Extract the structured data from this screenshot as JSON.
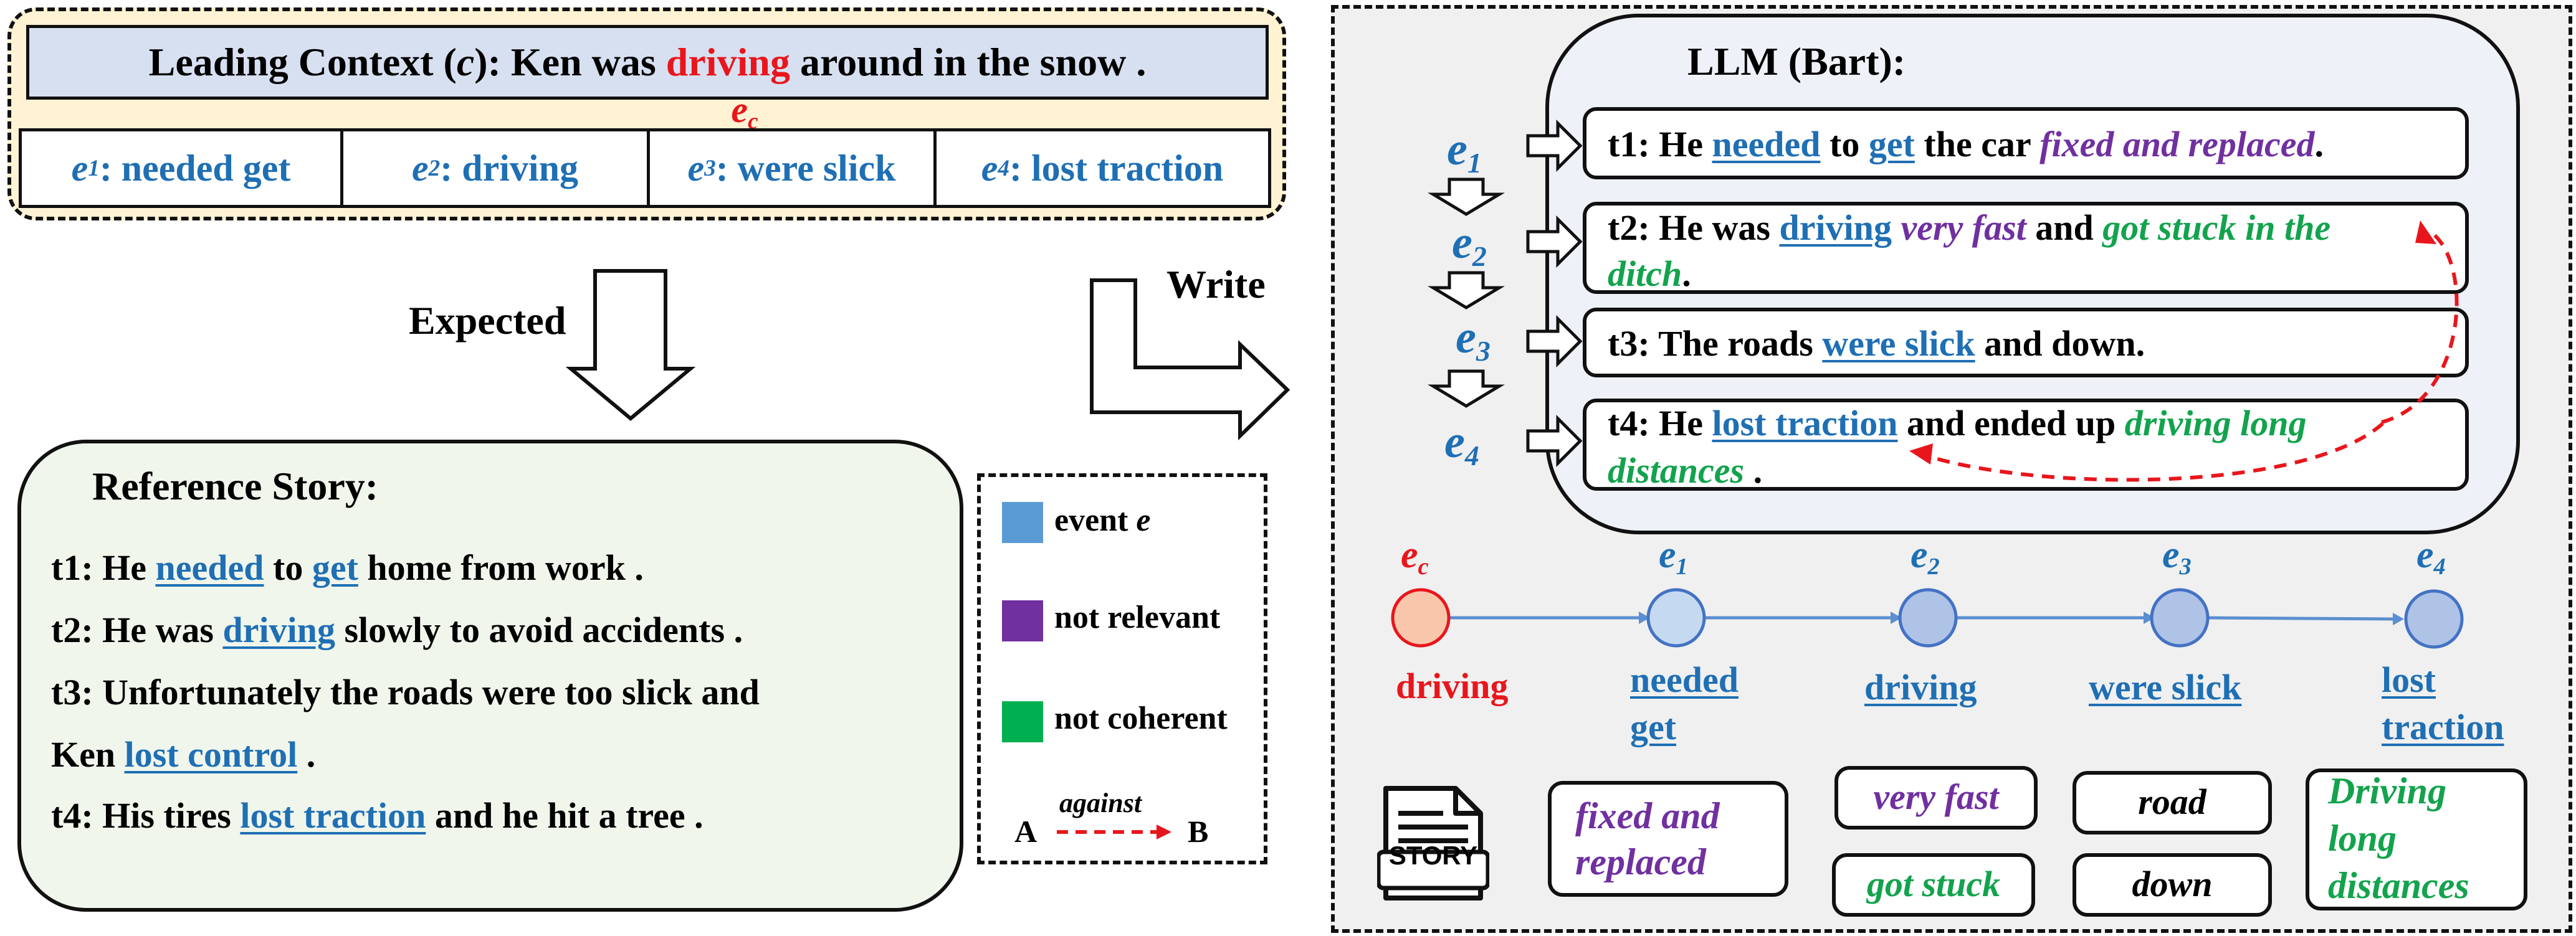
{
  "context": {
    "prefix": "Leading Context (",
    "c_symbol": "c",
    "mid": "): Ken was ",
    "highlight": "driving",
    "suffix": " around in the snow .",
    "ec_label": "e",
    "ec_sub": "c"
  },
  "events": [
    {
      "sym": "e",
      "sub": "1",
      "text": ": needed get"
    },
    {
      "sym": "e",
      "sub": "2",
      "text": ": driving"
    },
    {
      "sym": "e",
      "sub": "3",
      "text": " : were slick"
    },
    {
      "sym": "e",
      "sub": "4",
      "text": " : lost traction"
    }
  ],
  "arrows": {
    "expected": "Expected",
    "write": "Write"
  },
  "reference": {
    "title": "Reference Story:",
    "t1": {
      "a": "t1: He ",
      "u1": "needed",
      "b": " to ",
      "u2": "get",
      "c": " home from work ."
    },
    "t2": {
      "a": "t2: He was ",
      "u1": "driving",
      "b": " slowly to avoid accidents ."
    },
    "t3": {
      "a": "t3: Unfortunately the roads were too slick and"
    },
    "t3b": {
      "a": "Ken ",
      "u1": "lost control",
      "b": " ."
    },
    "t4": {
      "a": "t4: His tires ",
      "u1": "lost traction",
      "b": " and he hit a tree ."
    }
  },
  "legend": {
    "event_label": "event ",
    "event_sym": "e",
    "not_relevant": "not relevant",
    "not_coherent": "not coherent",
    "against": "against",
    "a": "A",
    "b": "B",
    "colors": {
      "event": "#5b9bd5",
      "not_relevant": "#7030a0",
      "not_coherent": "#00b050",
      "arrow": "#e8161c"
    }
  },
  "llm": {
    "title": "LLM (Bart):",
    "t1": {
      "a": "t1: He ",
      "u1": "needed",
      "b": " to ",
      "u2": "get",
      "c": " the car ",
      "p": "fixed and replaced",
      "d": "."
    },
    "t2": {
      "a": "t2: He was ",
      "u1": "driving",
      "p": " very fast",
      "b": " and ",
      "g1": "got stuck in the",
      "g2": "ditch",
      "c": "."
    },
    "t3": {
      "a": "t3: The roads ",
      "u1": "were slick",
      "b": " and down."
    },
    "t4": {
      "a": "t4: He ",
      "u1": "lost traction",
      "b": " and ended up ",
      "g1": "driving long",
      "g2": "distances",
      "c": " ."
    },
    "event_labels": [
      {
        "sym": "e",
        "sub": "1"
      },
      {
        "sym": "e",
        "sub": "2"
      },
      {
        "sym": "e",
        "sub": "3"
      },
      {
        "sym": "e",
        "sub": "4"
      }
    ]
  },
  "chain": {
    "nodes": [
      {
        "sym": "e",
        "sub": "c",
        "line1": "driving",
        "line2": ""
      },
      {
        "sym": "e",
        "sub": "1",
        "line1": "needed",
        "line2": "get"
      },
      {
        "sym": "e",
        "sub": "2",
        "line1": "driving",
        "line2": ""
      },
      {
        "sym": "e",
        "sub": "3",
        "line1": "were slick",
        "line2": ""
      },
      {
        "sym": "e",
        "sub": "4",
        "line1": "lost",
        "line2": "traction"
      }
    ],
    "colors": {
      "source_fill": "#f8c6ab",
      "source_stroke": "#e8161c",
      "node_fill_light": "#c5d9f1",
      "node_fill": "#aec3e6",
      "node_stroke": "#4472c4",
      "edge": "#5b8fd0"
    }
  },
  "story_icon": {
    "label": "STORY"
  },
  "words": {
    "fixed_l1": "fixed and",
    "fixed_l2": "replaced",
    "very_fast": "very fast",
    "got_stuck": "got stuck",
    "road": "road",
    "down": "down",
    "driving_l1": "Driving",
    "driving_l2": "long",
    "driving_l3": "distances"
  }
}
